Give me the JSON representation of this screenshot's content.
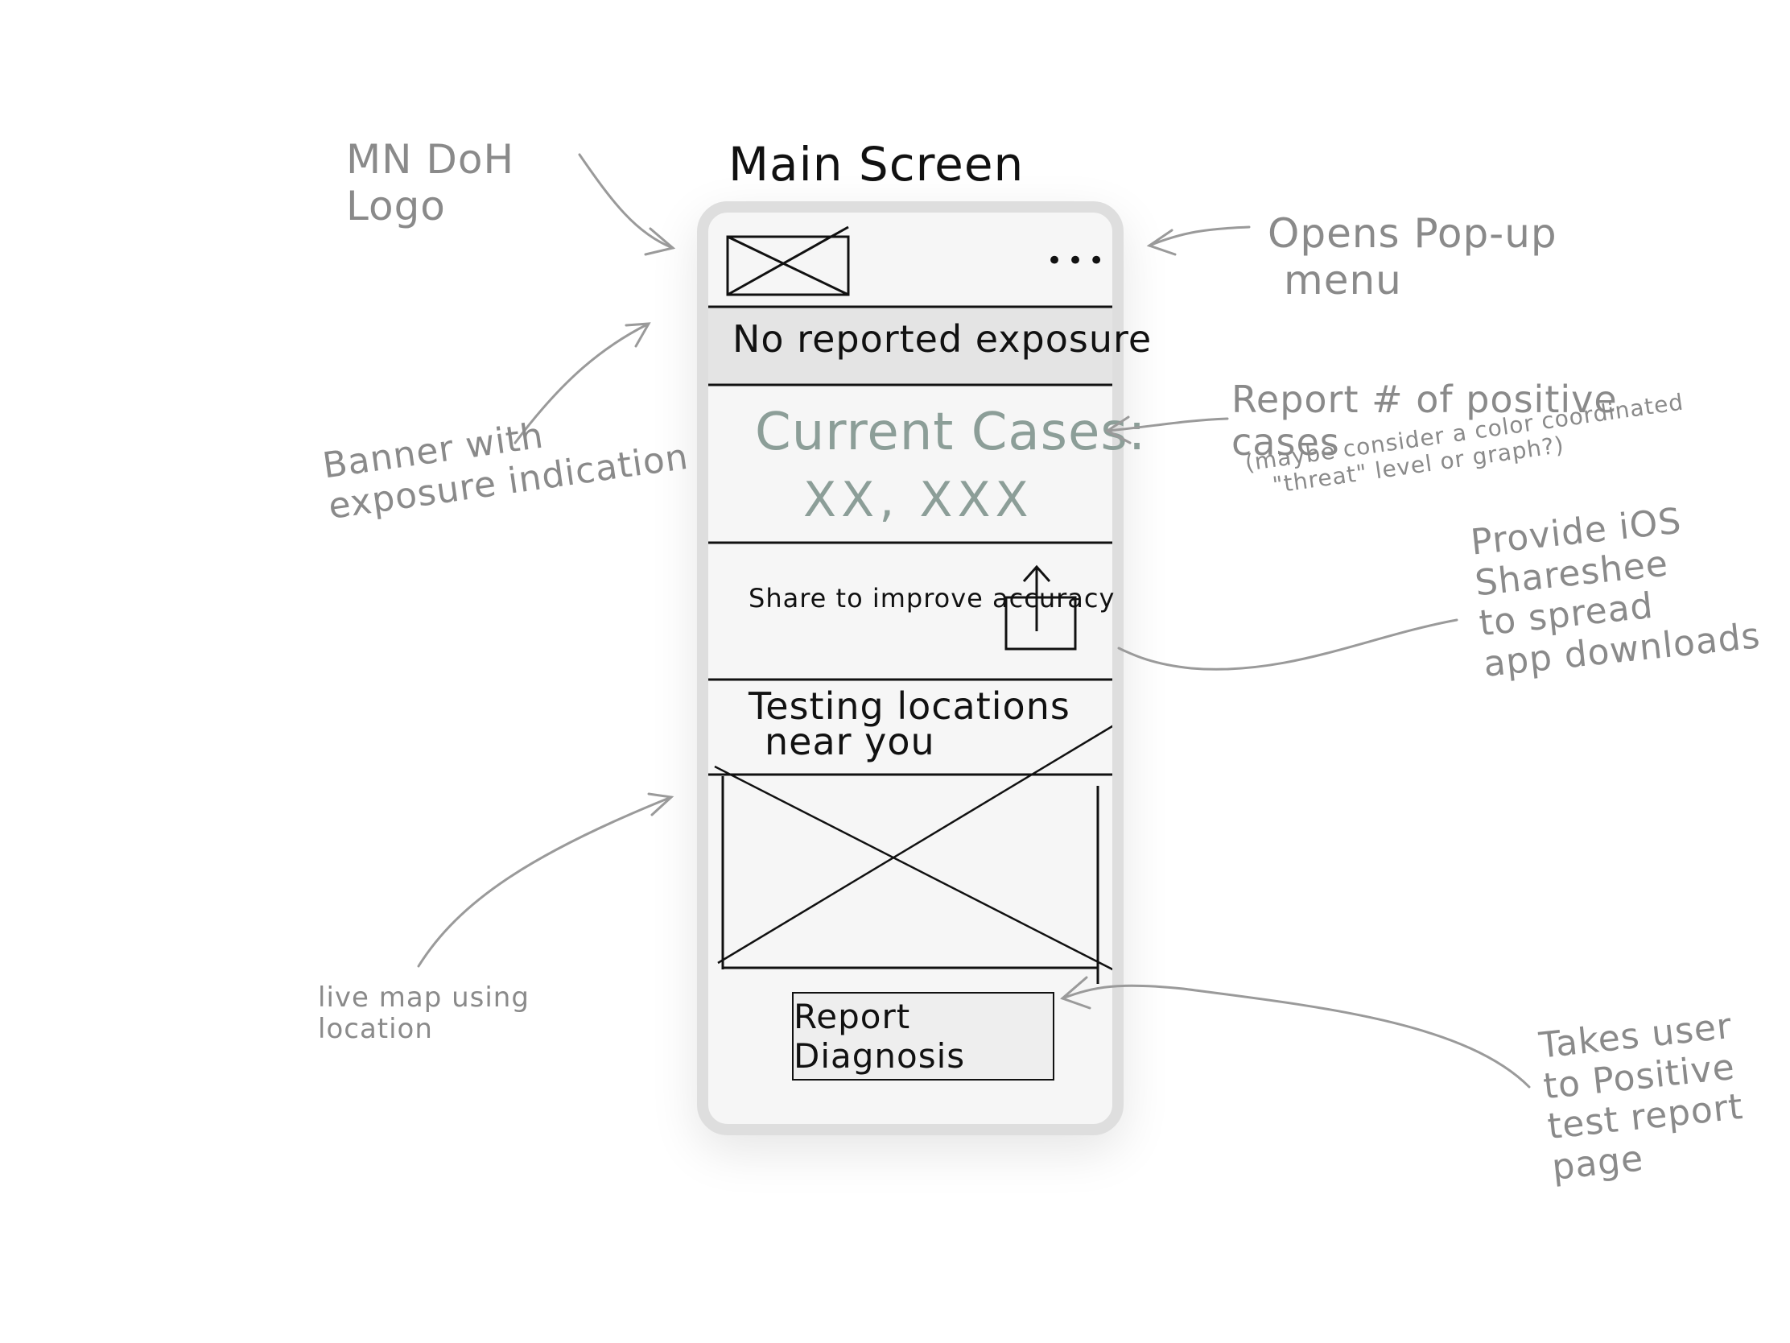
{
  "title": "Main Screen",
  "phone": {
    "banner": "No reported exposure",
    "cases_label": "Current Cases:",
    "cases_value": "XX, XXX",
    "share_label": "Share to improve accuracy",
    "testing_line1": "Testing locations",
    "testing_line2": "near you",
    "report_button": "Report Diagnosis"
  },
  "annotations": {
    "logo": [
      "MN DoH",
      "Logo"
    ],
    "menu": [
      "Opens Pop-up",
      "menu"
    ],
    "banner": [
      "Banner with",
      "exposure indication"
    ],
    "cases": [
      "Report # of positive",
      "cases"
    ],
    "cases_small": [
      "(maybe consider a color coordinated",
      "\"threat\" level or graph?)"
    ],
    "share": [
      "Provide iOS",
      "Shareshee",
      "to spread",
      "app downloads"
    ],
    "map": [
      "live map using",
      "location"
    ],
    "report": [
      "Takes user",
      "to Positive",
      "test report",
      "page"
    ]
  },
  "colors": {
    "ink": "#111111",
    "pencil": "#8a8a8a",
    "cases_text": "#8c9e98",
    "phone_frame": "#dedede",
    "banner_shade": "#e4e4e4"
  },
  "icons": [
    "logo-placeholder",
    "more-icon",
    "share-icon",
    "map-placeholder"
  ]
}
